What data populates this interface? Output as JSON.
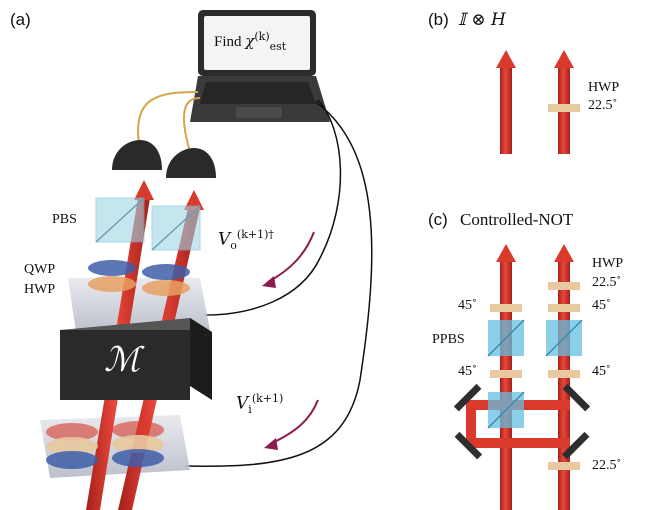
{
  "panels": {
    "a": {
      "letter": "(a)"
    },
    "b": {
      "letter": "(b)",
      "formula": "𝕀 ⊗ H",
      "hwp_label": "HWP",
      "hwp_angle": "22.5˚"
    },
    "c": {
      "letter": "(c)",
      "title": "Controlled-NOT",
      "hwp_label": "HWP",
      "angles": {
        "top_right": "22.5˚",
        "row1_left": "45˚",
        "row1_right": "45˚",
        "row2_left": "45˚",
        "row2_right": "45˚",
        "bottom_right": "22.5˚"
      },
      "ppbs_label": "PPBS"
    }
  },
  "laptop": {
    "screen_text": "Find",
    "chi_symbol": "χ",
    "chi_sup": "(k)",
    "chi_sub": "est"
  },
  "component_labels": {
    "pbs": "PBS",
    "qwp": "QWP",
    "hwp": "HWP",
    "matrix": "ℳ"
  },
  "signals": {
    "out": {
      "symbol": "V",
      "sub": "o",
      "sup": "(k+1)†"
    },
    "in": {
      "symbol": "V",
      "sub": "i",
      "sup": "(k+1)"
    }
  },
  "colors": {
    "beam": "#d93a2b",
    "beam_dark": "#a6201a",
    "waveplate": "#e8c9a0",
    "qwp_blue": "#3e5ea8",
    "pbs_cube": "#9fd6e6",
    "ppbs_cube": "#66bfe0",
    "mirror": "#2e2e2e",
    "arrow": "#8a1c4e",
    "fiber": "#d4a64a",
    "box": "#2a2a2a",
    "plate": "#c9ccd6"
  }
}
